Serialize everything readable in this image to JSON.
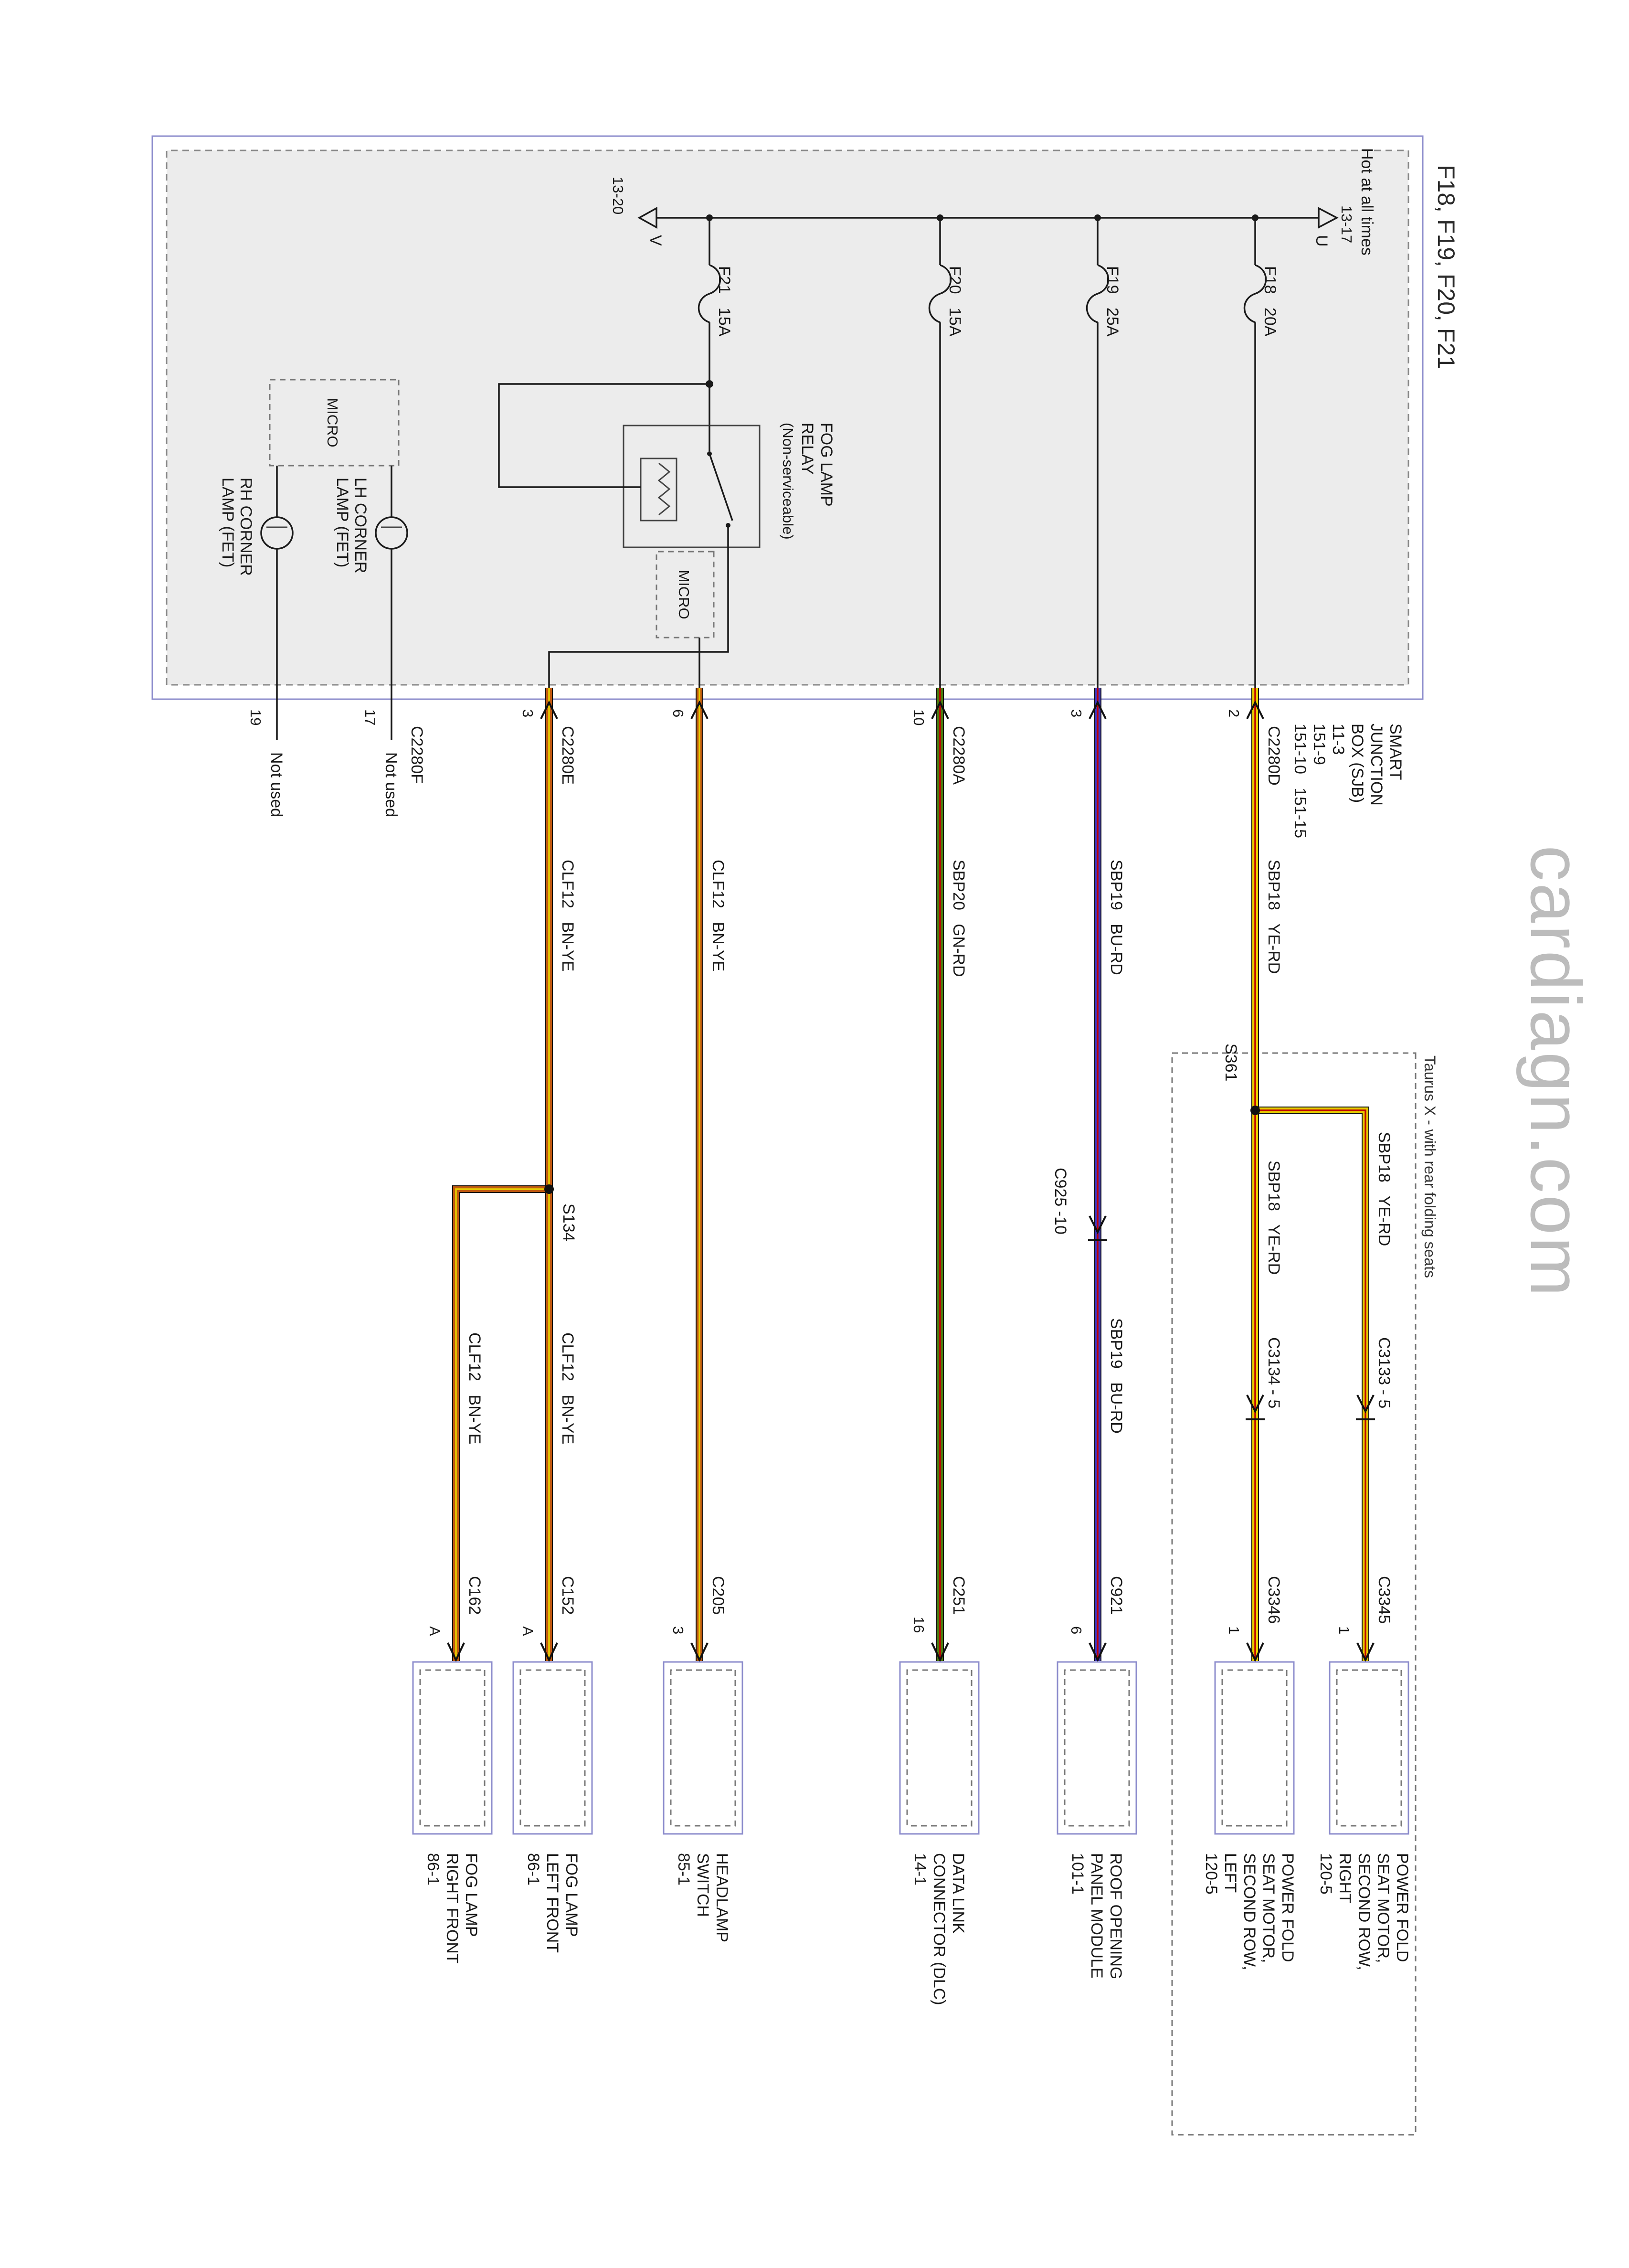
{
  "title": "F18, F19, F20, F21",
  "watermark": "cardiagn.com",
  "taurus_note": "Taurus X - with rear folding seats",
  "power": {
    "hot": "Hot at all times",
    "src_ref": "13-17",
    "src_letter": "U",
    "cont_ref": "13-20",
    "cont_letter": "V"
  },
  "sjb": {
    "l1": "SMART",
    "l2": "JUNCTION",
    "l3": "BOX (SJB)",
    "l4": "11-3",
    "l5": "151-9",
    "l6": "151-10   151-15"
  },
  "fuses": {
    "f18": "F18   20A",
    "f19": "F19   25A",
    "f20": "F20   15A",
    "f21": "F21   15A"
  },
  "relay": {
    "l1": "FOG LAMP",
    "l2": "RELAY",
    "l3": "(Non-serviceable)",
    "micro1": "MICRO",
    "micro2": "MICRO"
  },
  "fet": {
    "lh1": "LH CORNER",
    "lh2": "LAMP (FET)",
    "rh1": "RH CORNER",
    "rh2": "LAMP (FET)",
    "not_used_17": "Not used",
    "not_used_19": "Not used"
  },
  "pins": {
    "p2": "2",
    "p3_blue": "3",
    "p10": "10",
    "p6": "6",
    "p3_org": "3",
    "p17": "17",
    "p19": "19",
    "c2280d": "C2280D",
    "c2280a": "C2280A",
    "c2280e": "C2280E",
    "c2280f": "C2280F"
  },
  "wires": {
    "y1": "SBP18   YE-RD",
    "y2": "SBP18   YE-RD",
    "y3": "SBP18   YE-RD",
    "s361": "S361",
    "c3134": "C3134 - 5",
    "c3133": "C3133 - 5",
    "b1": "SBP19   BU-RD",
    "b2": "SBP19   BU-RD",
    "c925": "C925 -10",
    "g1": "SBP20   GN-RD",
    "o1": "CLF12   BN-YE",
    "o2": "CLF12   BN-YE",
    "o3": "CLF12   BN-YE",
    "o4": "CLF12   BN-YE",
    "s134": "S134"
  },
  "ends": {
    "c3345": "C3345",
    "pin1a": "1",
    "c3346": "C3346",
    "pin1b": "1",
    "c921": "C921",
    "pin6": "6",
    "c251": "C251",
    "pin16": "16",
    "c205": "C205",
    "pin3": "3",
    "c152": "C152",
    "pinA1": "A",
    "c162": "C162",
    "pinA2": "A"
  },
  "components": {
    "seat_right": {
      "l1": "POWER FOLD",
      "l2": "SEAT MOTOR,",
      "l3": "SECOND ROW,",
      "l4": "RIGHT",
      "l5": "120-5"
    },
    "seat_left": {
      "l1": "POWER FOLD",
      "l2": "SEAT MOTOR,",
      "l3": "SECOND ROW,",
      "l4": "LEFT",
      "l5": "120-5"
    },
    "roof": {
      "l1": "ROOF OPENING",
      "l2": "PANEL MODULE",
      "l3": "101-1"
    },
    "dlc": {
      "l1": "DATA LINK",
      "l2": "CONNECTOR (DLC)",
      "l3": "14-1"
    },
    "headlamp": {
      "l1": "HEADLAMP",
      "l2": "SWITCH",
      "l3": "85-1"
    },
    "fog_left": {
      "l1": "FOG LAMP",
      "l2": "LEFT FRONT",
      "l3": "86-1"
    },
    "fog_right": {
      "l1": "FOG LAMP",
      "l2": "RIGHT FRONT",
      "l3": "86-1"
    }
  },
  "colors": {
    "yellow": "#E8CF00",
    "blue": "#4038C4",
    "green": "#4C7A10",
    "orange": "#C05A10",
    "stripe_red": "#C00000",
    "stripe_yellow": "#E8CF00",
    "sjb_fill": "#ECECEC",
    "box_border": "#8C8CCC",
    "watermark": "#BCBCBC"
  }
}
